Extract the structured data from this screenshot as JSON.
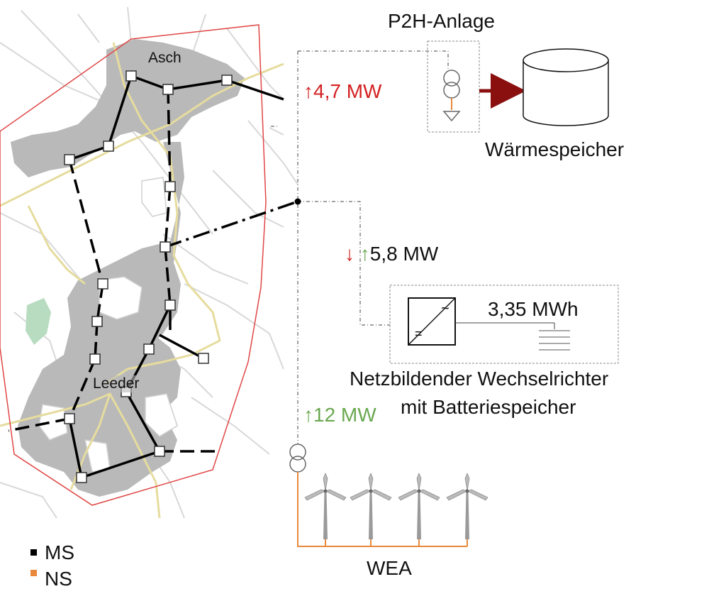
{
  "map": {
    "town_north": "Asch",
    "town_south": "Leeder"
  },
  "p2h": {
    "label": "P2H-Anlage",
    "flow_arrow": "↑",
    "flow": "4,7 MW",
    "storage_label": "Wärmespeicher"
  },
  "inverter": {
    "flow_arrow_down": "↓",
    "flow_arrow_up": "↑",
    "flow": "5,8 MW",
    "capacity": "3,35 MWh",
    "symbol_ac": "~",
    "symbol_dc": "=",
    "label_line1": "Netzbildender Wechselrichter",
    "label_line2": "mit Batteriespeicher"
  },
  "wind": {
    "flow_arrow": "↑",
    "flow": "12 MW",
    "label": "WEA"
  },
  "legend": {
    "items": [
      {
        "label": "MS",
        "color": "#000000"
      },
      {
        "label": "NS",
        "color": "#e8883a"
      }
    ]
  },
  "colors": {
    "red": "#d42020",
    "green": "#6aa84f",
    "orange": "#e8883a",
    "settlement": "#b9b9b9",
    "road_main": "#e6dc9e"
  }
}
